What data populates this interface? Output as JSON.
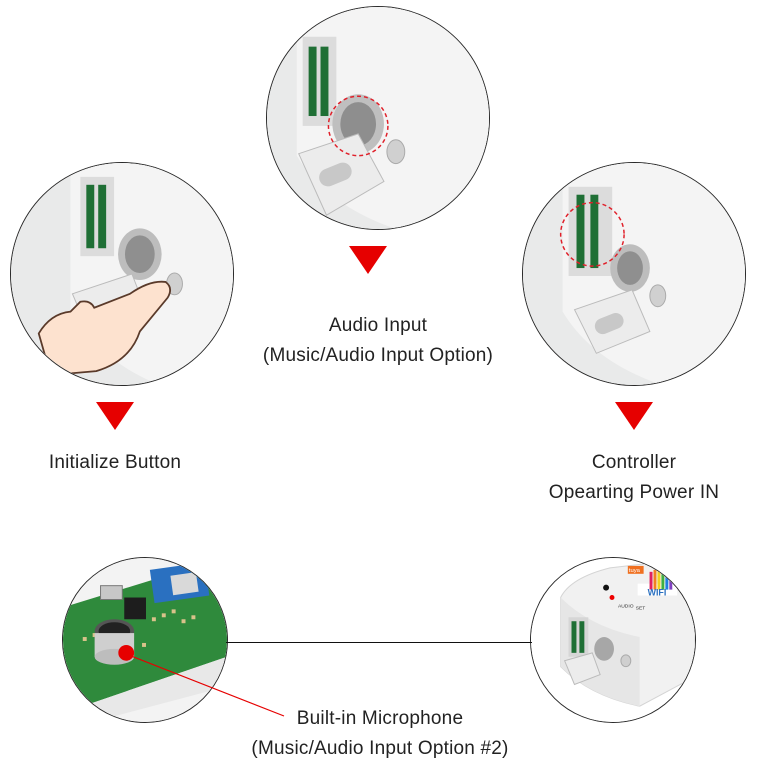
{
  "audio_input": {
    "title": "Audio Input",
    "subtitle": "(Music/Audio Input Option)"
  },
  "initialize_button": {
    "title": "Initialize Button"
  },
  "controller_power": {
    "title": "Controller",
    "subtitle": "Opearting Power IN"
  },
  "microphone": {
    "title": "Built-in Microphone",
    "subtitle": "(Music/Audio Input Option #2)"
  },
  "device_labels": {
    "brand": "tuya",
    "wifi": "WIFI",
    "audio": "AUDIO",
    "set": "SET"
  },
  "colors": {
    "arrow": "#e60000",
    "highlight": "#e0202a",
    "pcb": "#2f8a3c"
  }
}
